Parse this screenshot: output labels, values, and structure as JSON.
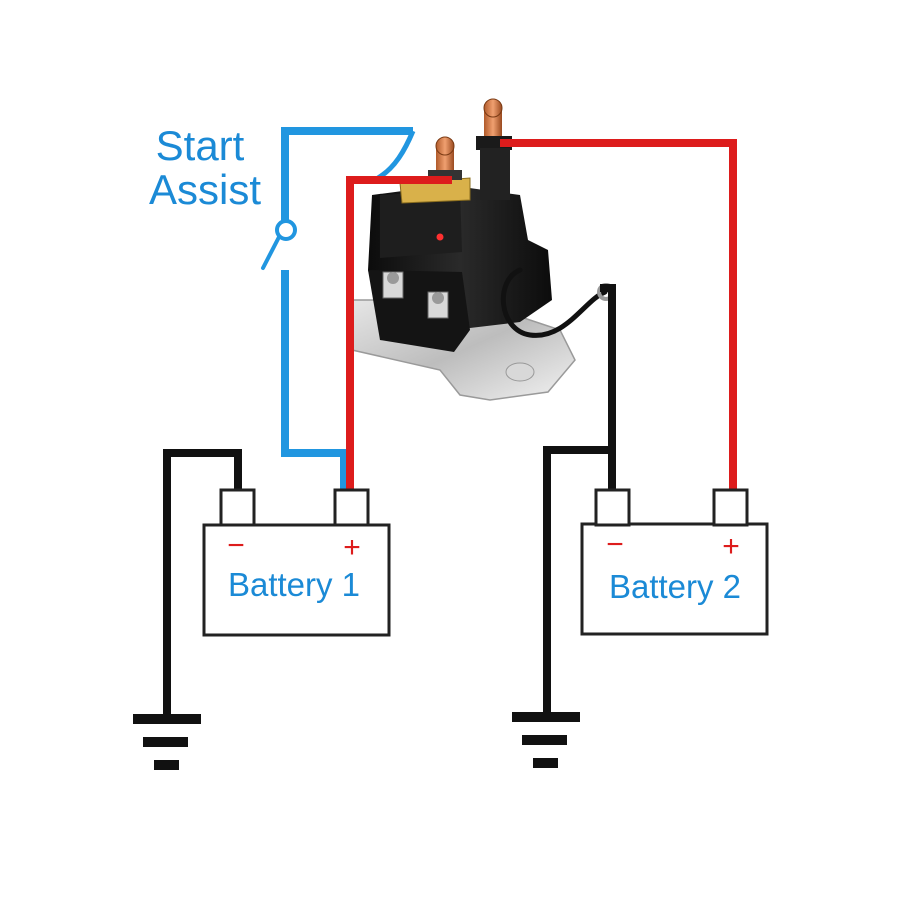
{
  "switch": {
    "label_line1": "Start",
    "label_line2": "Assist"
  },
  "battery1": {
    "label": "Battery 1",
    "neg_symbol": "−",
    "pos_symbol": "+"
  },
  "battery2": {
    "label": "Battery 2",
    "neg_symbol": "−",
    "pos_symbol": "+"
  },
  "colors": {
    "control_wire": "#2196e0",
    "positive_wire": "#dd1c1c",
    "ground_wire": "#111111",
    "label_blue": "#1b8ad6"
  },
  "icons": [
    "relay-solenoid-icon",
    "ground-symbol-icon",
    "switch-icon"
  ]
}
